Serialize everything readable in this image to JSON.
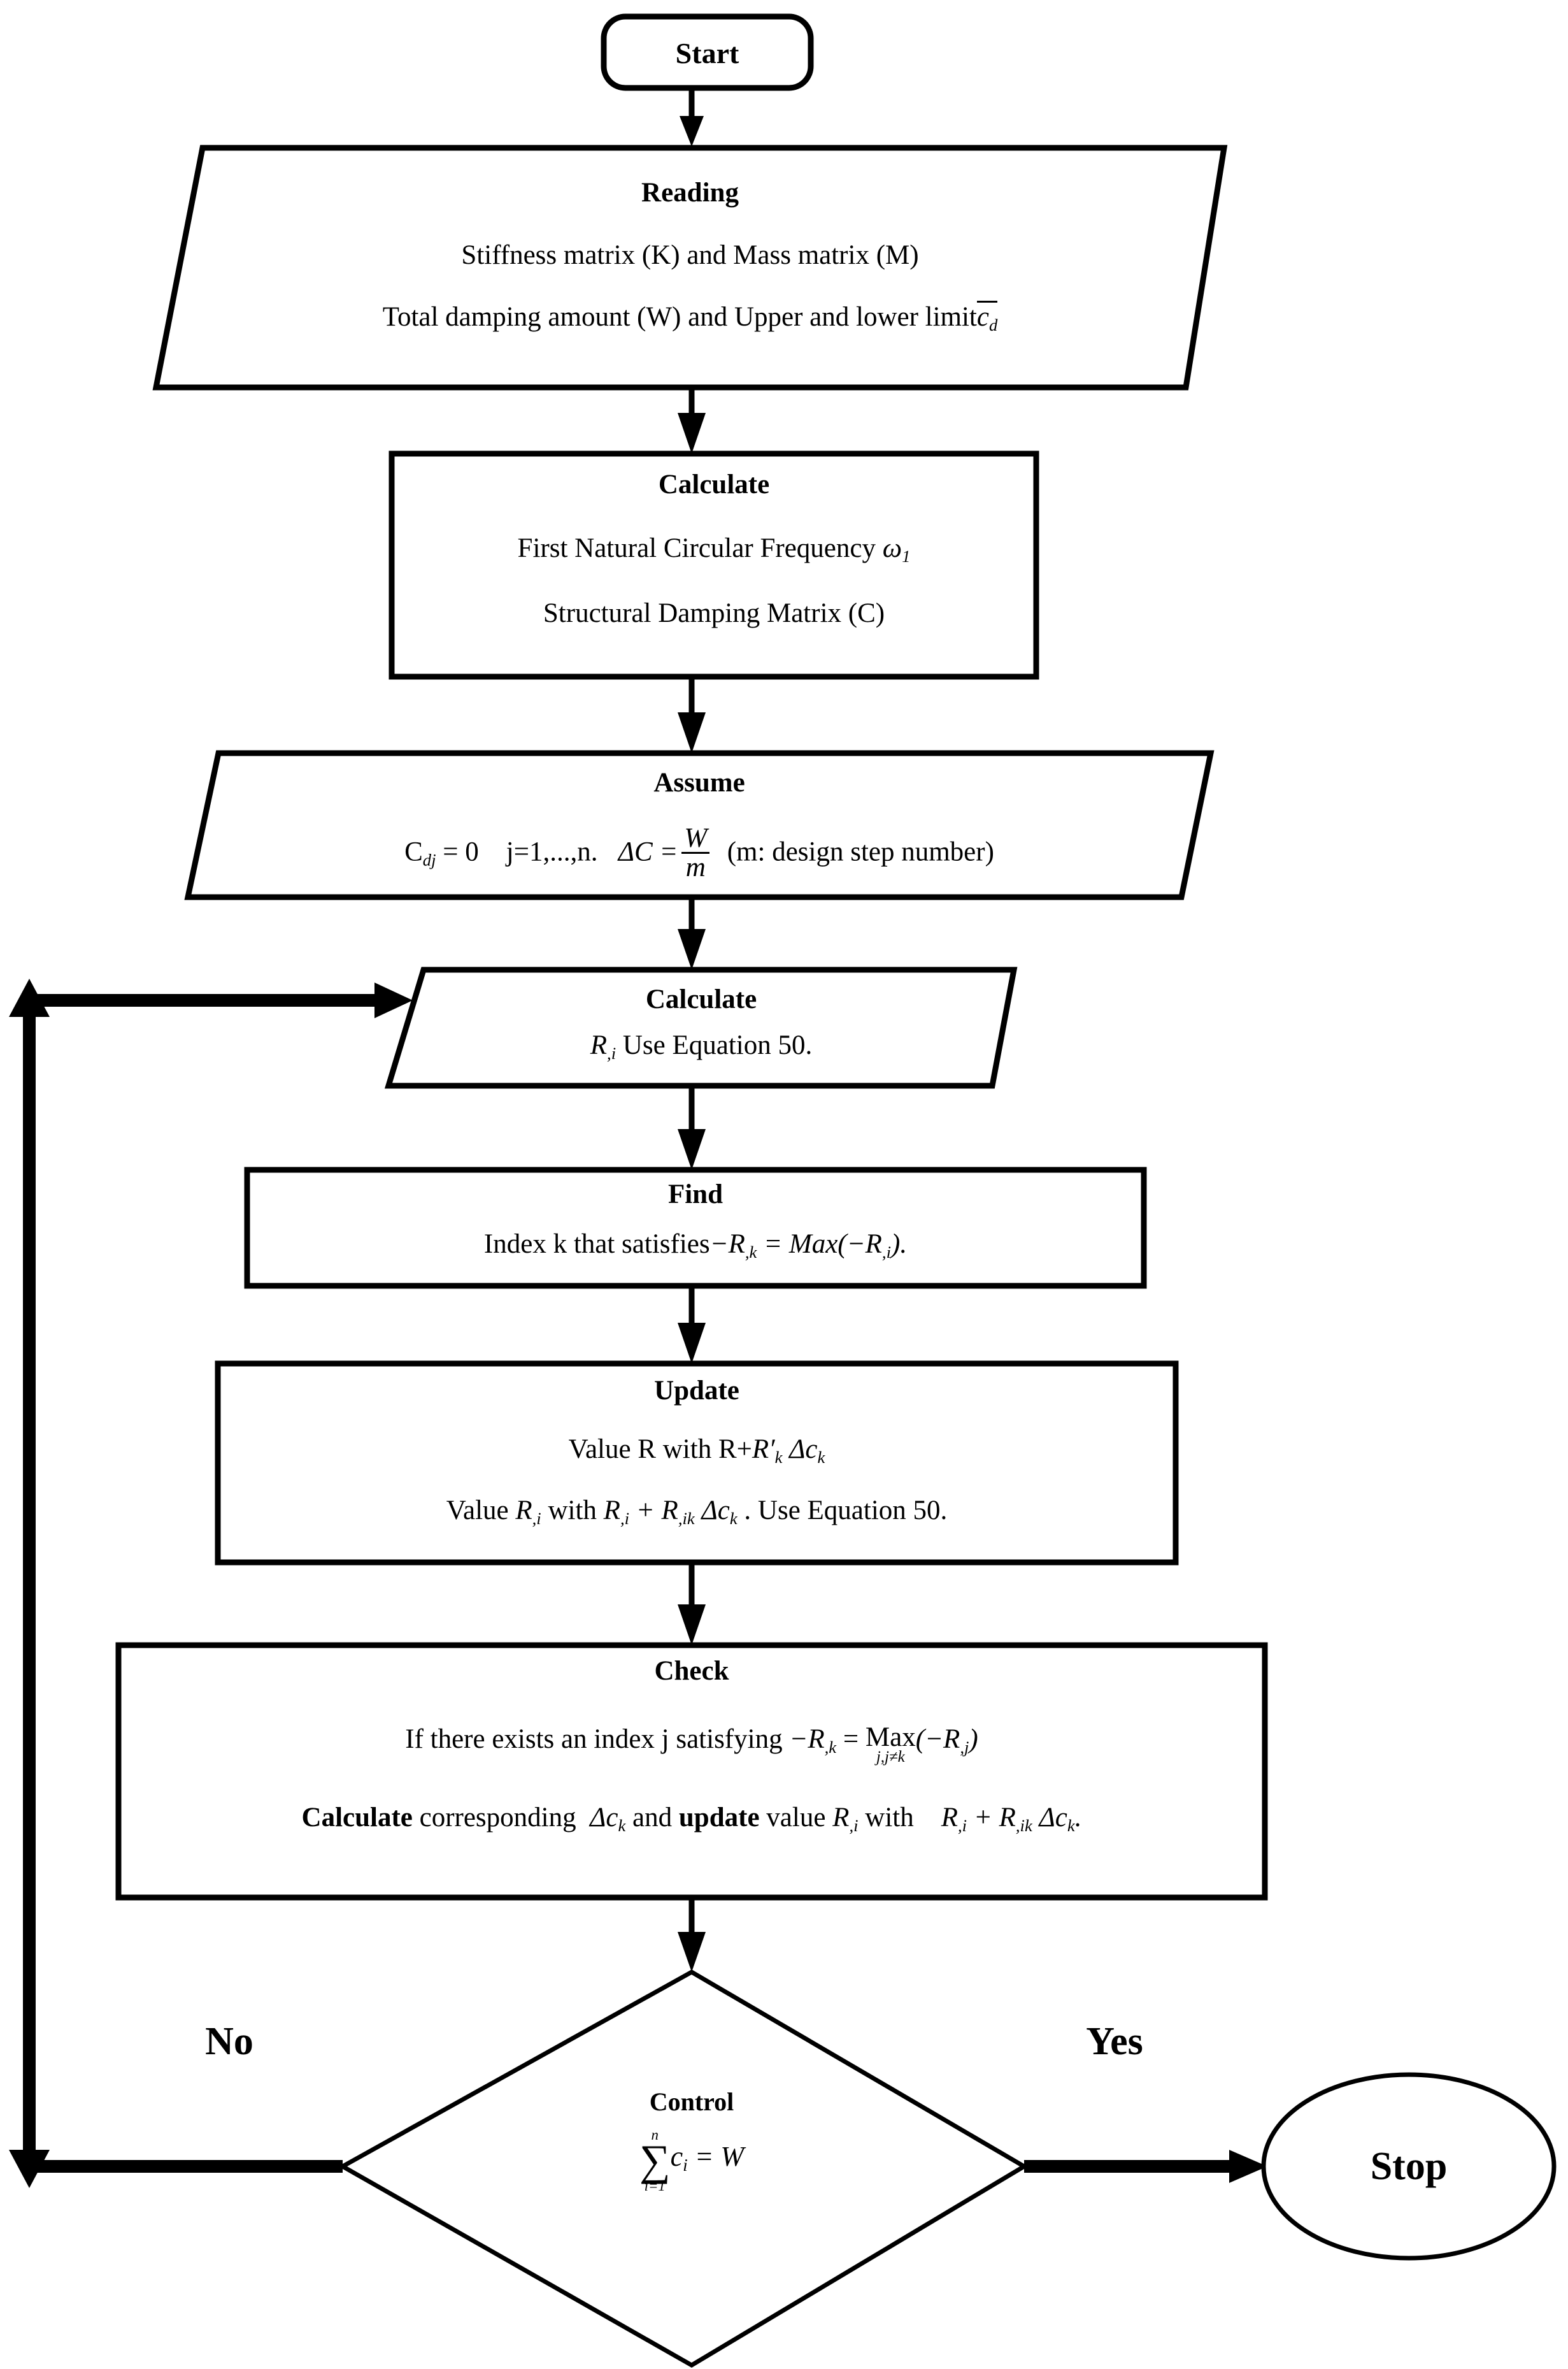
{
  "diagram": {
    "title": "Damping design iterative algorithm flowchart",
    "nodes": {
      "start": {
        "label": "Start",
        "shape": "rounded-rectangle"
      },
      "reading": {
        "shape": "parallelogram",
        "title": "Reading",
        "line1": "Stiffness matrix (K) and Mass matrix (M)",
        "line2_pre": "Total damping amount (W) and Upper and lower limit",
        "line2_sym_base": "c",
        "line2_sym_sub": "d"
      },
      "calculate_c": {
        "shape": "rectangle",
        "title": "Calculate",
        "line1_pre": "First Natural Circular Frequency ",
        "line1_sym_base": "ω",
        "line1_sym_sub": "1",
        "line2": "Structural Damping Matrix (C)"
      },
      "assume": {
        "shape": "parallelogram",
        "title": "Assume",
        "expr_a_base": "C",
        "expr_a_sub": "dj",
        "expr_a_rest": " = 0",
        "expr_b": "j=1,...,n.",
        "expr_c_lhs": "ΔC =",
        "expr_c_num": "W",
        "expr_c_den": "m",
        "expr_d": "(m: design step number)"
      },
      "calculate_r": {
        "shape": "parallelogram",
        "title": "Calculate",
        "line1_sym_base": "R",
        "line1_sym_sub": ",i",
        "line1_rest": " Use Equation 50."
      },
      "find": {
        "shape": "rectangle",
        "title": "Find",
        "line1_pre": "Index k that satisfies",
        "line1_eq": "−R,k = Max(−R,i)."
      },
      "update": {
        "shape": "rectangle",
        "title": "Update",
        "line1": "Value R with R+R′k Δck",
        "line2": "Value R,i with R,i + R,ik Δck . Use Equation 50."
      },
      "check": {
        "shape": "rectangle",
        "title": "Check",
        "line1": "If there exists an index j satisfying −R,k = Max j,j≠k (−R,j)",
        "line2": "Calculate corresponding Δck and update value R,i with R,i + R,ik Δck."
      },
      "control": {
        "shape": "diamond",
        "title": "Control",
        "equation": "∑(i=1..n) c_i = W",
        "sum_upper": "n",
        "sum_lower": "i=1",
        "sum_body_base": "c",
        "sum_body_sub": "i",
        "sum_rhs": "= W"
      },
      "stop": {
        "label": "Stop",
        "shape": "ellipse"
      }
    },
    "edge_labels": {
      "no": "No",
      "yes": "Yes"
    },
    "colors": {
      "stroke": "#000000",
      "fill": "#ffffff",
      "text": "#000000"
    }
  }
}
